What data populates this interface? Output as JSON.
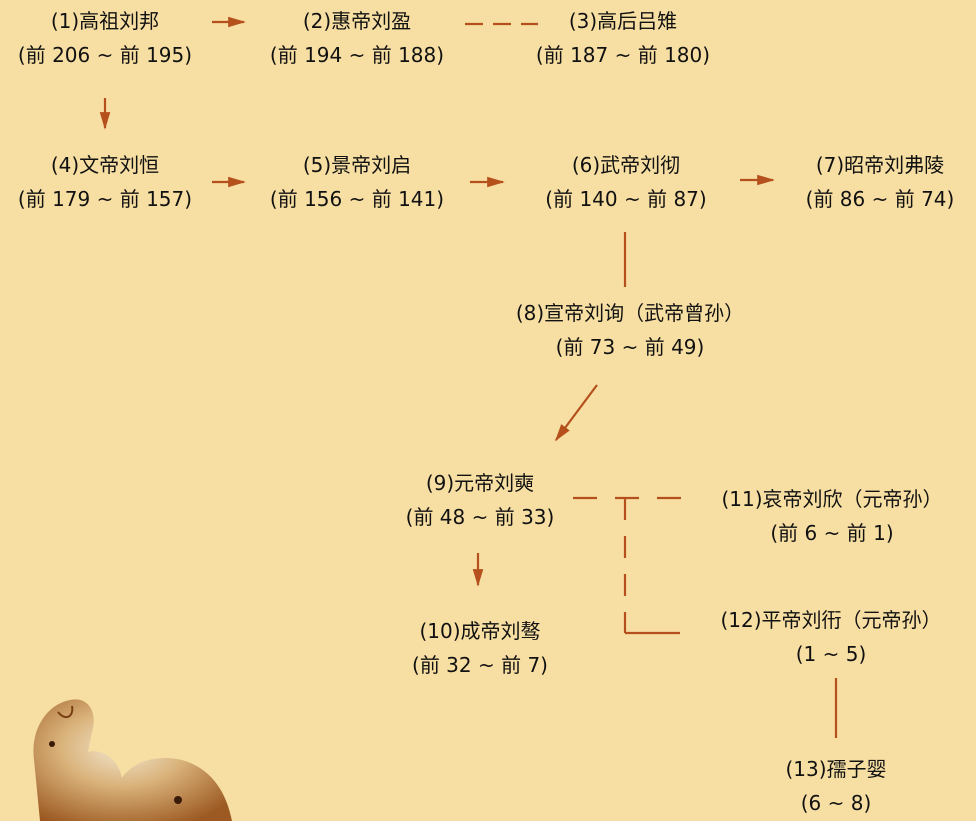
{
  "rulers": [
    {
      "name": "(1)高祖刘邦",
      "years": "(前 206 ~ 前 195)"
    },
    {
      "name": "(2)惠帝刘盈",
      "years": "(前 194 ~ 前 188)"
    },
    {
      "name": "(3)高后吕雉",
      "years": "(前 187 ~ 前 180)"
    },
    {
      "name": "(4)文帝刘恒",
      "years": "(前 179 ~ 前 157)"
    },
    {
      "name": "(5)景帝刘启",
      "years": "(前 156 ~ 前 141)"
    },
    {
      "name": "(6)武帝刘彻",
      "years": "(前 140 ~ 前 87)"
    },
    {
      "name": "(7)昭帝刘弗陵",
      "years": "(前 86 ~ 前 74)"
    },
    {
      "name": "(8)宣帝刘询（武帝曾孙）",
      "years": "(前 73 ~ 前 49)"
    },
    {
      "name": "(9)元帝刘奭",
      "years": "(前 48 ~ 前 33)"
    },
    {
      "name": "(10)成帝刘骜",
      "years": "(前 32 ~ 前 7)"
    },
    {
      "name": "(11)哀帝刘欣（元帝孙）",
      "years": "(前 6 ~ 前 1)"
    },
    {
      "name": "(12)平帝刘衎（元帝孙）",
      "years": "(1 ~ 5)"
    },
    {
      "name": "(13)孺子婴",
      "years": "(6 ~ 8)"
    }
  ],
  "colors": {
    "background": "#f7dfa3",
    "connector": "#b5501c",
    "text": "#111111"
  }
}
